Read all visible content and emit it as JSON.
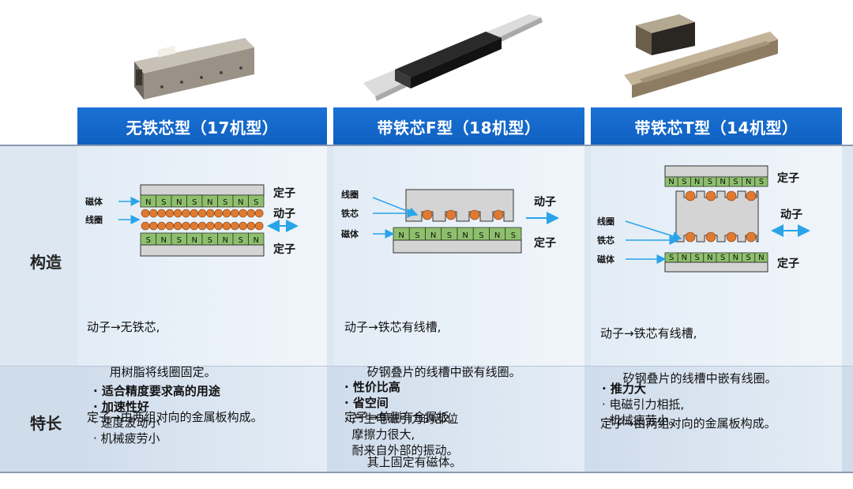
{
  "columns": [
    {
      "header": "无铁芯型（17机型）",
      "diagram": {
        "label_magnet": "磁体",
        "label_coil": "线圈",
        "label_stator_top": "定子",
        "label_mover": "动子",
        "label_stator_bottom": "定子",
        "magnets_top": [
          "N",
          "S",
          "N",
          "S",
          "N",
          "S",
          "N",
          "S"
        ],
        "magnets_bottom": [
          "S",
          "N",
          "S",
          "N",
          "S",
          "N",
          "S",
          "N"
        ]
      },
      "structure_lines": [
        "动子→无铁芯,",
        "      用树脂将线圈固定。",
        "定子→由两组对向的金属板构成。"
      ],
      "features": [
        {
          "text": "· 适合精度要求高的用途",
          "bold": true
        },
        {
          "text": "· 加速性好",
          "bold": true
        },
        {
          "text": "· 速度波动小",
          "bold": false
        },
        {
          "text": "· 机械疲劳小",
          "bold": false
        }
      ]
    },
    {
      "header": "带铁芯F型（18机型）",
      "diagram": {
        "label_coil": "线圈",
        "label_core": "铁芯",
        "label_magnet": "磁体",
        "label_mover": "动子",
        "label_stator": "定子",
        "magnets": [
          "N",
          "S",
          "N",
          "S",
          "N",
          "S",
          "N",
          "S"
        ]
      },
      "structure_lines": [
        "动子→铁芯有线槽,",
        "      矽钢叠片的线槽中嵌有线圈。",
        "定子→单侧有金属板,",
        "      其上固定有磁体。"
      ],
      "features": [
        {
          "text": "· 性价比高",
          "bold": true
        },
        {
          "text": "· 省空间",
          "bold": true
        },
        {
          "text": "· 产生电磁引力的部位",
          "bold": false
        },
        {
          "text": "  摩擦力很大,",
          "bold": false
        },
        {
          "text": "  耐来自外部的振动。",
          "bold": false
        }
      ]
    },
    {
      "header": "带铁芯T型（14机型）",
      "diagram": {
        "label_stator_top": "定子",
        "label_mover": "动子",
        "label_coil": "线圈",
        "label_core": "铁芯",
        "label_magnet": "磁体",
        "label_stator_bottom": "定子",
        "magnets_top": [
          "N",
          "S",
          "N",
          "S",
          "N",
          "S",
          "N",
          "S"
        ],
        "magnets_bottom": [
          "S",
          "N",
          "S",
          "N",
          "S",
          "N",
          "S",
          "N"
        ]
      },
      "structure_lines": [
        "动子→铁芯有线槽,",
        "      矽钢叠片的线槽中嵌有线圈。",
        "定子→由两组对向的金属板构成。"
      ],
      "features": [
        {
          "text": "· 推力大",
          "bold": true
        },
        {
          "text": "· 电磁引力相抵,",
          "bold": false
        },
        {
          "text": "  机械疲劳小。",
          "bold": false
        }
      ]
    }
  ],
  "rows": {
    "structure_label": "构造",
    "features_label": "特长"
  },
  "colors": {
    "header_blue": "#1565c8",
    "magnet_green": "#8ec06c",
    "coil_orange": "#e07a30",
    "arrow_blue": "#2aa4e8"
  }
}
